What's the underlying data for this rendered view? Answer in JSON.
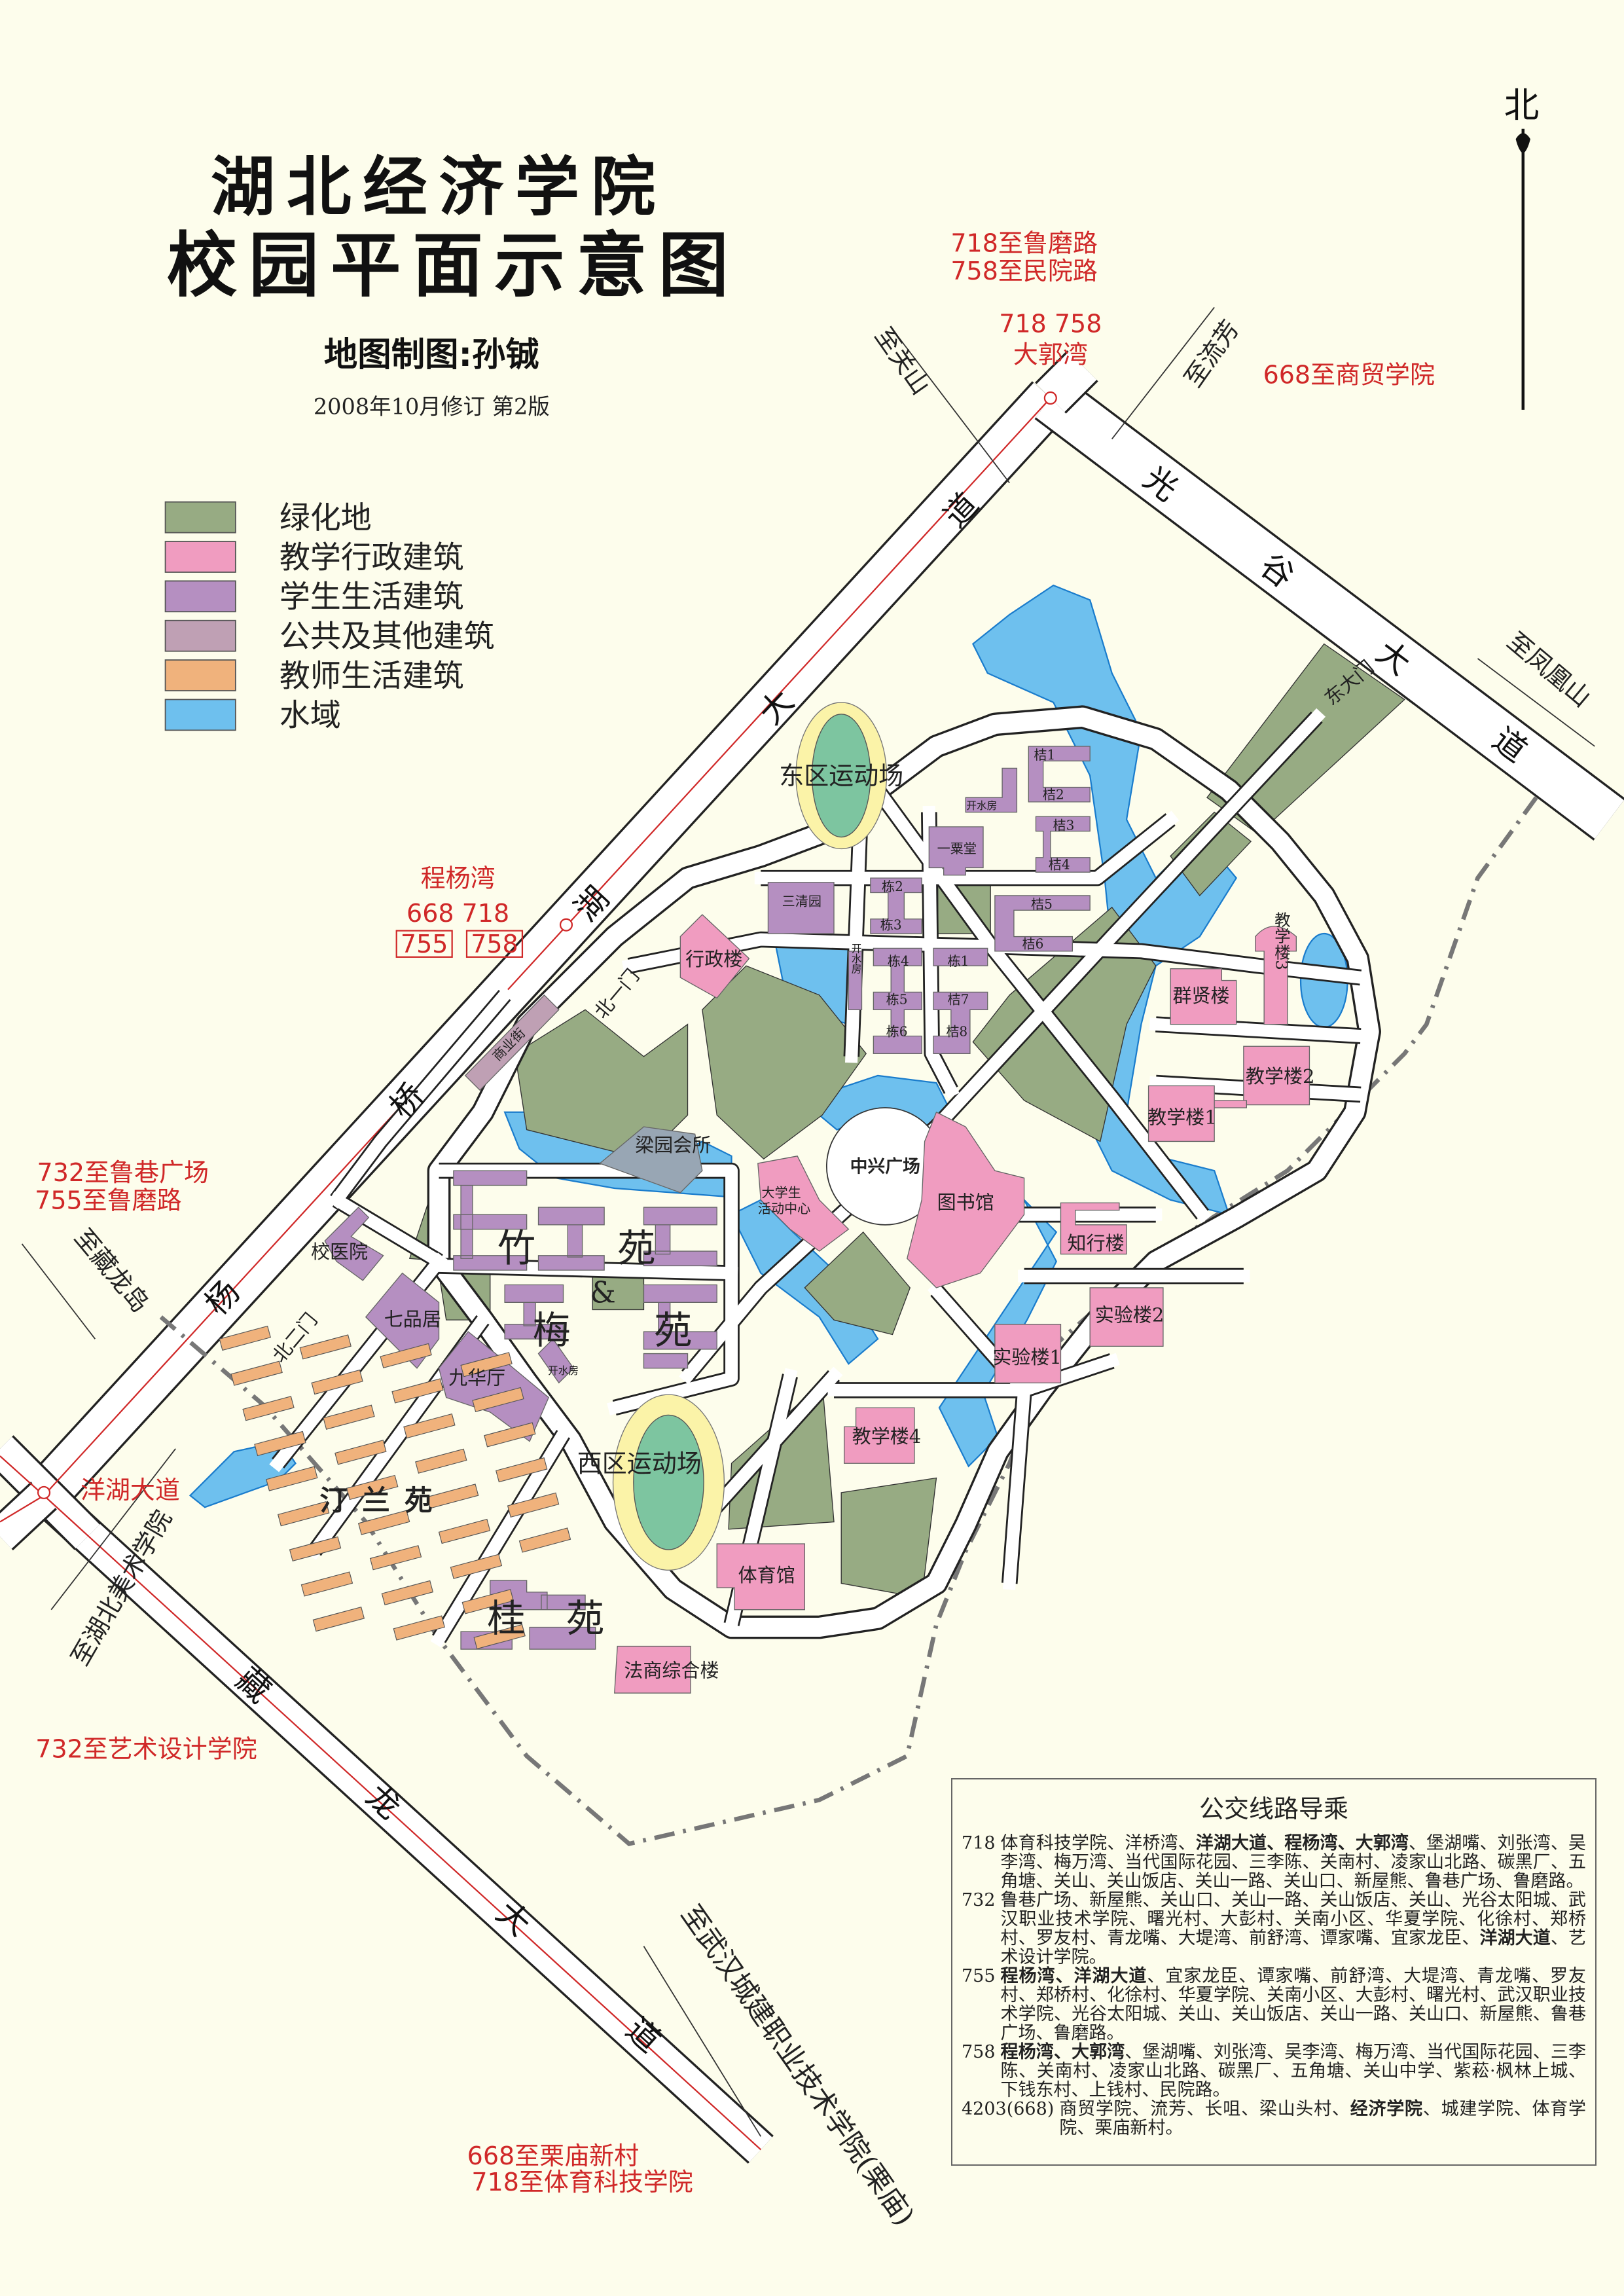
{
  "title": {
    "line1": "湖北经济学院",
    "line2": "校园平面示意图",
    "author": "地图制图:孙铖",
    "revision": "2008年10月修订 第2版"
  },
  "compass": {
    "label": "北"
  },
  "legend": [
    {
      "label": "绿化地",
      "color": "#97ab83"
    },
    {
      "label": "教学行政建筑",
      "color": "#f09cc0"
    },
    {
      "label": "学生生活建筑",
      "color": "#b58fc1"
    },
    {
      "label": "公共及其他建筑",
      "color": "#bfa0b4"
    },
    {
      "label": "教师生活建筑",
      "color": "#f0b27c"
    },
    {
      "label": "水域",
      "color": "#6ec0ee"
    }
  ],
  "colors": {
    "background": "#fdfdec",
    "bus_text": "#d02828",
    "track": "#fbf3a8",
    "field": "#7dc5a0"
  },
  "roads": {
    "yangqiao": "杨桥湖大道",
    "guanggu": "光谷大道",
    "canglong": "藏龙大道"
  },
  "directions": {
    "guanshan": "至关山",
    "liufang": "至流芳",
    "fenghuangshan": "至凤凰山",
    "canglongdao": "至藏龙岛",
    "meishu": "至湖北美术学院",
    "chengjian": "至武汉城建职业技术学院(栗庙)"
  },
  "bus_labels": {
    "north1": "718至鲁磨路",
    "north2": "758至民院路",
    "daguowan_routes": "718 758",
    "daguowan": "大郭湾",
    "shangmao": "668至商贸学院",
    "chengyangwan": "程杨湾",
    "chengyangwan_routes": "668 718",
    "boxed1": "755",
    "boxed2": "758",
    "luxiang": "732至鲁巷广场",
    "lumolu": "755至鲁磨路",
    "yanghu": "洋湖大道",
    "yishu": "732至艺术设计学院",
    "limiao": "668至栗庙新村",
    "tiyu": "718至体育科技学院"
  },
  "places": {
    "east_stadium": "东区运动场",
    "west_stadium": "西区运动场",
    "admin": "行政楼",
    "sanqingyuan": "三清园",
    "yisutang": "一粟堂",
    "water_room": "开水房",
    "ju1": "桔1",
    "ju2": "桔2",
    "ju3": "桔3",
    "ju4": "桔4",
    "ju5": "桔5",
    "ju6": "桔6",
    "ju7": "桔7",
    "ju8": "桔8",
    "dong1": "栋1",
    "dong2": "栋2",
    "dong3": "栋3",
    "dong4": "栋4",
    "dong5": "栋5",
    "dong6": "栋6",
    "liangyuan": "梁园会所",
    "commercial": "商业街",
    "plaza": "中兴广场",
    "library": "图书馆",
    "activity1": "大学生",
    "activity2": "活动中心",
    "zhu": "竹",
    "yuan": "苑",
    "amp": "&",
    "mei": "梅",
    "clinic": "校医院",
    "qipinju": "七品居",
    "jiuhuating": "九华厅",
    "qunxian": "群贤楼",
    "teach1": "教学楼1",
    "teach2": "教学楼2",
    "teach3": "教学楼3",
    "teach4": "教学楼4",
    "zhixing": "知行楼",
    "lab1": "实验楼1",
    "lab2": "实验楼2",
    "gym": "体育馆",
    "fashang": "法商综合楼",
    "gui": "桂",
    "tinglan": "汀兰苑",
    "east_gate": "东大门",
    "north_gate1": "北一门",
    "north_gate2": "北二门"
  },
  "bus_guide": {
    "title": "公交线路导乘",
    "routes": [
      {
        "number": "718",
        "segments": [
          {
            "text": "体育科技学院、洋桥湾、",
            "bold": false
          },
          {
            "text": "洋湖大道、程杨湾、大郭湾",
            "bold": true
          },
          {
            "text": "、堡湖嘴、刘张湾、吴李湾、梅万湾、当代国际花园、三李陈、关南村、凌家山北路、碳黑厂、五角塘、关山、关山饭店、关山一路、关山口、新屋熊、鲁巷广场、鲁磨路。",
            "bold": false
          }
        ]
      },
      {
        "number": "732",
        "segments": [
          {
            "text": "鲁巷广场、新屋熊、关山口、关山一路、关山饭店、关山、光谷太阳城、武汉职业技术学院、曙光村、大彭村、关南小区、华夏学院、化徐村、郑桥村、罗友村、青龙嘴、大堤湾、前舒湾、谭家嘴、宜家龙臣、",
            "bold": false
          },
          {
            "text": "洋湖大道",
            "bold": true
          },
          {
            "text": "、艺术设计学院。",
            "bold": false
          }
        ]
      },
      {
        "number": "755",
        "segments": [
          {
            "text": "程杨湾、洋湖大道",
            "bold": true
          },
          {
            "text": "、宜家龙臣、谭家嘴、前舒湾、大堤湾、青龙嘴、罗友村、郑桥村、化徐村、华夏学院、关南小区、大彭村、曙光村、武汉职业技术学院、光谷太阳城、关山、关山饭店、关山一路、关山口、新屋熊、鲁巷广场、鲁磨路。",
            "bold": false
          }
        ]
      },
      {
        "number": "758",
        "segments": [
          {
            "text": "程杨湾、大郭湾",
            "bold": true
          },
          {
            "text": "、堡湖嘴、刘张湾、吴李湾、梅万湾、当代国际花园、三李陈、关南村、凌家山北路、碳黑厂、五角塘、关山中学、紫菘·枫林上城、下钱东村、上钱村、民院路。",
            "bold": false
          }
        ]
      },
      {
        "number": "4203(668)",
        "segments": [
          {
            "text": "商贸学院、流芳、长咀、梁山头村、",
            "bold": false
          },
          {
            "text": "经济学院",
            "bold": true
          },
          {
            "text": "、城建学院、体育学院、栗庙新村。",
            "bold": false
          }
        ]
      }
    ]
  }
}
